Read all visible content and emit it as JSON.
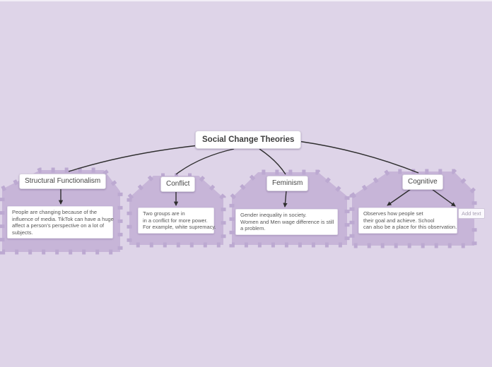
{
  "colors": {
    "canvas_background": "#ded4e8",
    "boundary_fill": "#c7b5d8",
    "boundary_edge": "#bca9d1",
    "connector": "#2e2e2e",
    "node_background": "#ffffff",
    "node_text": "#454545",
    "note_text": "#565656",
    "placeholder_text": "#a79fb2"
  },
  "root": {
    "label": "Social Change Theories"
  },
  "branches": [
    {
      "label": "Structural Functionalism",
      "note_lines": [
        "People are changing because of the",
        "influence of media. TikTok can have a huge",
        "affect a person's perspective on a lot of",
        "subjects."
      ]
    },
    {
      "label": "Conflict",
      "note_lines": [
        "Two groups are in",
        "in a conflict for more power.",
        "For example, white supremacy."
      ]
    },
    {
      "label": "Feminism",
      "note_lines": [
        "Gender inequality in society.",
        "Women and Men wage difference is still",
        "a problem."
      ]
    },
    {
      "label": "Cognitive",
      "note_lines": [
        "Observes how people set",
        "their goal and achieve. School",
        "can also be a place for this observation."
      ],
      "placeholder": "Add text"
    }
  ]
}
